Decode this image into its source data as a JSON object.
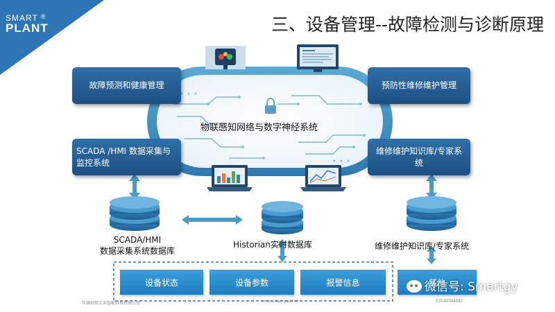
{
  "logo": {
    "line1": "SMART",
    "line2": "PLANT",
    "mark": "®"
  },
  "title": "三、设备管理--故障检测与诊断原理",
  "center_label": "物联感知网络与数字神经系统",
  "boxes": {
    "top_left": "故障预测和健康管理",
    "top_right": "预防性维修维护管理",
    "mid_left": "SCADA /HMI 数据采集与监控系统",
    "mid_right": "维修维护知识库/专家系统"
  },
  "databases": {
    "left_line1": "SCADA/HMI",
    "left_line2": "数据采集系统数据库",
    "center": "Historian实时数据库",
    "right": "维修维护知识库/专家系统"
  },
  "status_buttons": [
    "设备状态",
    "设备参数",
    "报警信息",
    "其他"
  ],
  "footer": {
    "company": "华源创世工业智能科技有限公司",
    "url": "www.smart-plant.cn",
    "phone": "029-89384890"
  },
  "watermark": "微信号: Smartgy",
  "icons": [
    "traffic-light-icon",
    "monitor-dashboard-icon",
    "lock-icon",
    "laptop-chart-icon",
    "laptop-graph-icon",
    "database-icon"
  ],
  "colors": {
    "dark_box": "#1d4f80",
    "accent": "#2e75b6",
    "button": "#2a8ad0",
    "arrow": "#4a9bc9"
  }
}
